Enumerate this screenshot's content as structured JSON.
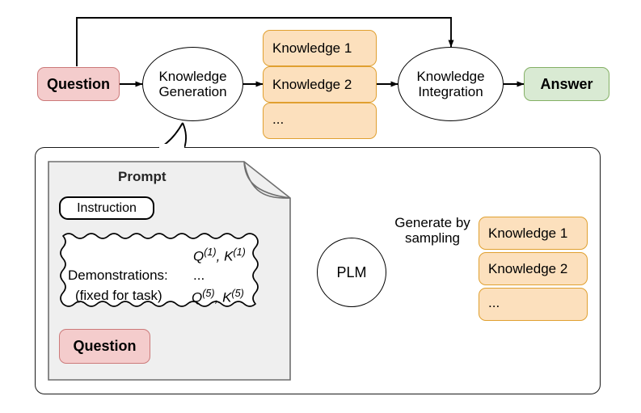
{
  "figure": {
    "title": "Knowledge generation and integration pipeline with prompt detail"
  },
  "colors": {
    "question_fill": "#f4cccc",
    "question_border": "#cc7a7a",
    "answer_fill": "#d9ead3",
    "answer_border": "#84b065",
    "knowledge_fill": "#fce0bd",
    "knowledge_border": "#e0a030",
    "prompt_fill": "#efefef",
    "prompt_border": "#808080",
    "line": "#000000"
  },
  "top_flow": {
    "question": {
      "label": "Question"
    },
    "knowledge_generation": {
      "line1": "Knowledge",
      "line2": "Generation"
    },
    "knowledge_stack": [
      {
        "label": "Knowledge 1"
      },
      {
        "label": "Knowledge 2"
      },
      {
        "label": "..."
      }
    ],
    "knowledge_integration": {
      "line1": "Knowledge",
      "line2": "Integration"
    },
    "answer": {
      "label": "Answer"
    }
  },
  "detail_panel": {
    "prompt": {
      "title": "Prompt",
      "instruction_badge": "Instruction",
      "demonstrations": {
        "left_line1": "Demonstrations:",
        "left_line2": "(fixed for task)",
        "right_line1_q": "Q",
        "right_line1_q_sup": "(1)",
        "right_line1_sep": ", ",
        "right_line1_k": "K",
        "right_line1_k_sup": "(1)",
        "right_line2": "...",
        "right_line3_q": "Q",
        "right_line3_q_sup": "(5)",
        "right_line3_sep": ", ",
        "right_line3_k": "K",
        "right_line3_k_sup": "(5)"
      },
      "question": {
        "label": "Question"
      }
    },
    "plm": {
      "label": "PLM"
    },
    "generate_label": "Generate by\nsampling",
    "knowledge_stack": [
      {
        "label": "Knowledge 1"
      },
      {
        "label": "Knowledge 2"
      },
      {
        "label": "..."
      }
    ]
  }
}
